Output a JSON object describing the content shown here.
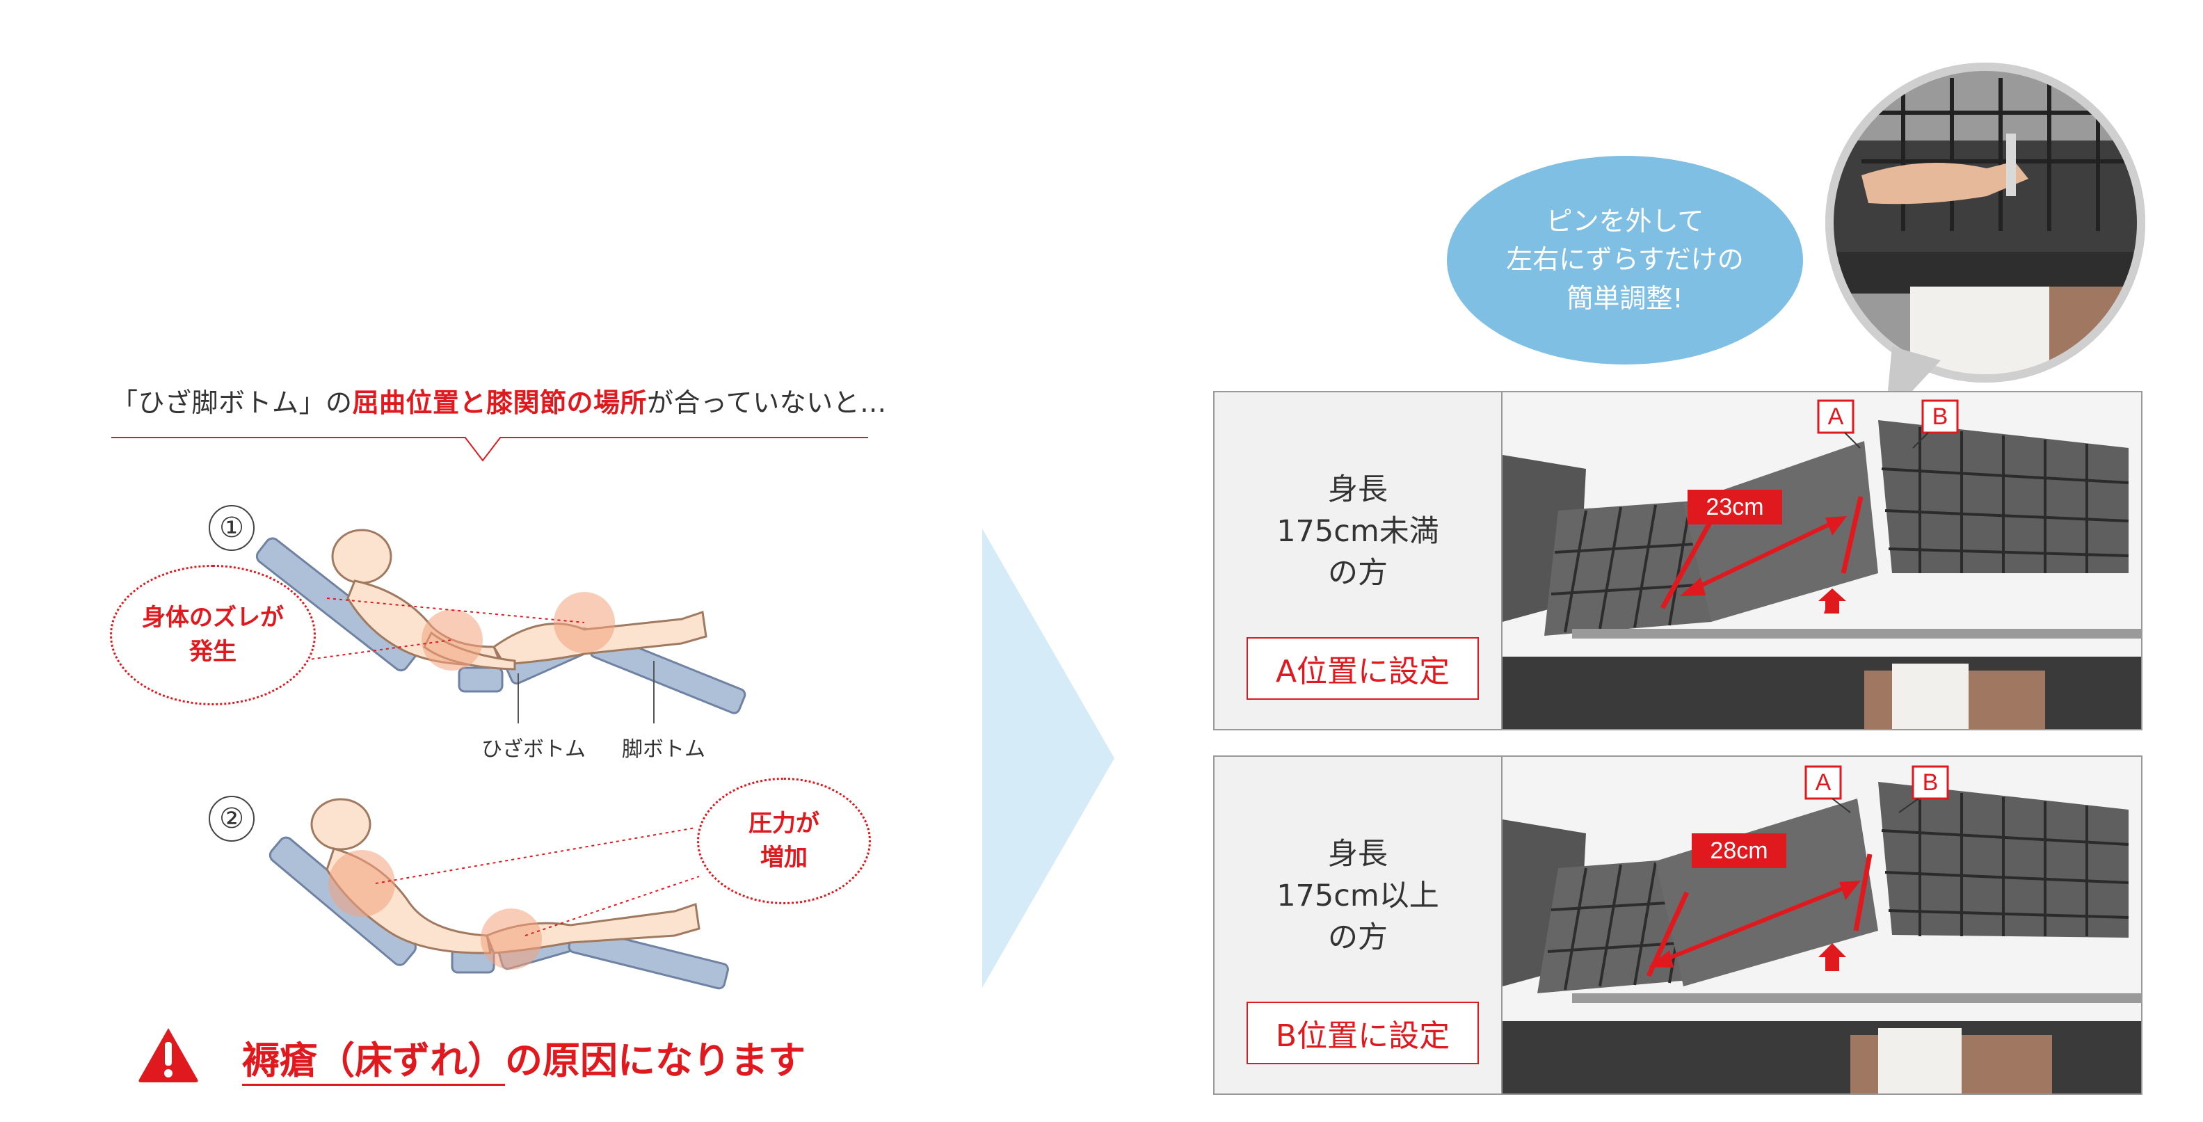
{
  "heading": {
    "prefix": "「ひざ脚ボトム」の",
    "highlight": "屈曲位置と膝関節の場所",
    "suffix": "が合っていないと…"
  },
  "case1": {
    "number": "①",
    "callout_line1": "身体のズレが",
    "callout_line2": "発生",
    "label_hiza": "ひざボトム",
    "label_ashi": "脚ボトム"
  },
  "case2": {
    "number": "②",
    "callout_line1": "圧力が",
    "callout_line2": "増加"
  },
  "warning": {
    "underlined": "褥瘡（床ずれ）",
    "rest": "の原因になります",
    "icon": "warning-triangle-icon"
  },
  "bubble": {
    "line1": "ピンを外して",
    "line2": "左右にずらすだけの",
    "line3": "簡単調整!"
  },
  "panel_a": {
    "height_line1": "身長",
    "height_line2": "175cm未満",
    "height_line3": "の方",
    "setting": "A位置に設定",
    "marker_a": "A",
    "marker_b": "B",
    "distance": "23cm"
  },
  "panel_b": {
    "height_line1": "身長",
    "height_line2": "175cm以上",
    "height_line3": "の方",
    "setting": "B位置に設定",
    "marker_a": "A",
    "marker_b": "B",
    "distance": "28cm"
  },
  "colors": {
    "accent_red": "#e0191e",
    "bubble_blue": "#7fbfe3",
    "arrow_blue": "#d5ebf8",
    "panel_gray": "#f1f1f2",
    "bed_blue": "#aebfd8",
    "skin": "#fbe3cf"
  }
}
